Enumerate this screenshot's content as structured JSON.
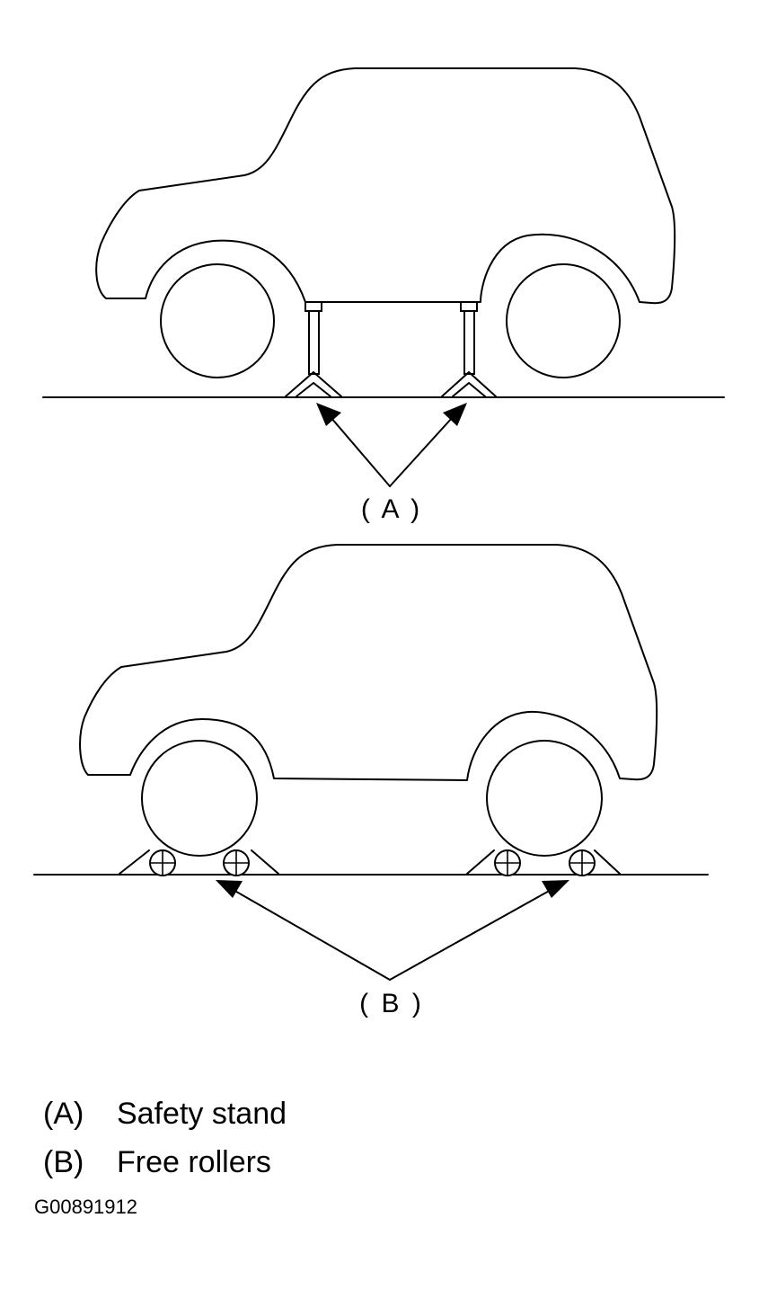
{
  "callouts": {
    "top": "( A )",
    "bottom": "( B )"
  },
  "legend": [
    {
      "key": "(A)",
      "label": "Safety stand"
    },
    {
      "key": "(B)",
      "label": "Free rollers"
    }
  ],
  "figure_id": "G00891912"
}
